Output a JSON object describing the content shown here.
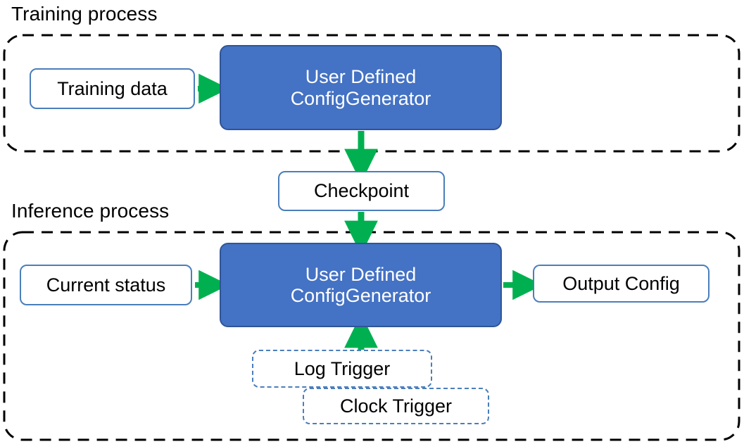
{
  "diagram": {
    "title_training": "Training process",
    "title_inference": "Inference process",
    "colors": {
      "process_fill": "#4472C4",
      "process_border": "#2F5597",
      "light_border": "#4A7EBB",
      "arrow_green": "#00B050",
      "container_dash": "#000000",
      "trigger_dash": "#4A7EBB",
      "text_dark": "#000000",
      "text_light": "#FFFFFF"
    }
  },
  "containers": [
    {
      "name": "training-process-container",
      "label": "Training process",
      "style": "dashed-black-rounded"
    },
    {
      "name": "inference-process-container",
      "label": "Inference process",
      "style": "dashed-black-rounded"
    }
  ],
  "nodes": {
    "training_data": "Training data",
    "udcg_training": "User Defined\nConfigGenerator",
    "checkpoint": "Checkpoint",
    "current_status": "Current status",
    "udcg_inference": "User Defined\nConfigGenerator",
    "output_config": "Output Config",
    "log_trigger": "Log Trigger",
    "clock_trigger": "Clock Trigger"
  },
  "edges": [
    {
      "name": "edge-training-data-to-udcg",
      "from": "training_data",
      "to": "udcg_training",
      "direction": "right",
      "color": "#00B050"
    },
    {
      "name": "edge-udcg-to-checkpoint",
      "from": "udcg_training",
      "to": "checkpoint",
      "direction": "down",
      "color": "#00B050"
    },
    {
      "name": "edge-checkpoint-to-udcg-inference",
      "from": "checkpoint",
      "to": "udcg_inference",
      "direction": "down",
      "color": "#00B050"
    },
    {
      "name": "edge-current-status-to-udcg-inference",
      "from": "current_status",
      "to": "udcg_inference",
      "direction": "right",
      "color": "#00B050"
    },
    {
      "name": "edge-udcg-inference-to-output-config",
      "from": "udcg_inference",
      "to": "output_config",
      "direction": "right",
      "color": "#00B050"
    },
    {
      "name": "edge-triggers-to-udcg-inference",
      "from": "log_trigger",
      "to": "udcg_inference",
      "direction": "up",
      "color": "#00B050"
    }
  ]
}
